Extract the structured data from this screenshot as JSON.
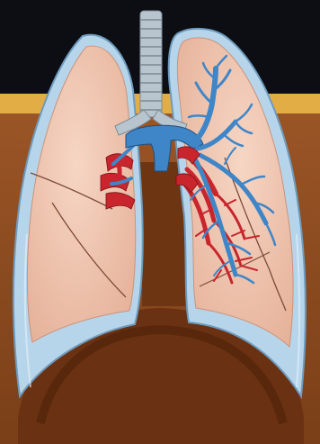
{
  "illustration": {
    "subject": "lungs-anatomy",
    "colors": {
      "sky": "#0b0d12",
      "sky_mid": "#131821",
      "ground": "#8f4e22",
      "ground_dark": "#6d3816",
      "horizon_stripe": "#e8b44a",
      "pleura": "#b8d6ec",
      "pleura_edge": "#6e9bbd",
      "lung_tissue": "#f2c9b4",
      "lung_shadow": "#e3ad94",
      "lobe_line": "#8a5a45",
      "trachea": "#b9c6cf",
      "trachea_ring": "#7f8d97",
      "artery_blue": "#3f86c8",
      "vein_red": "#c8252c",
      "diaphragm": "#5c2b10",
      "mediastinum": "#7a3a14"
    },
    "structures": [
      "trachea",
      "bronchi",
      "right-lung",
      "left-lung",
      "pulmonary-artery",
      "pulmonary-veins",
      "pleura",
      "diaphragm",
      "lobe-fissures"
    ]
  }
}
